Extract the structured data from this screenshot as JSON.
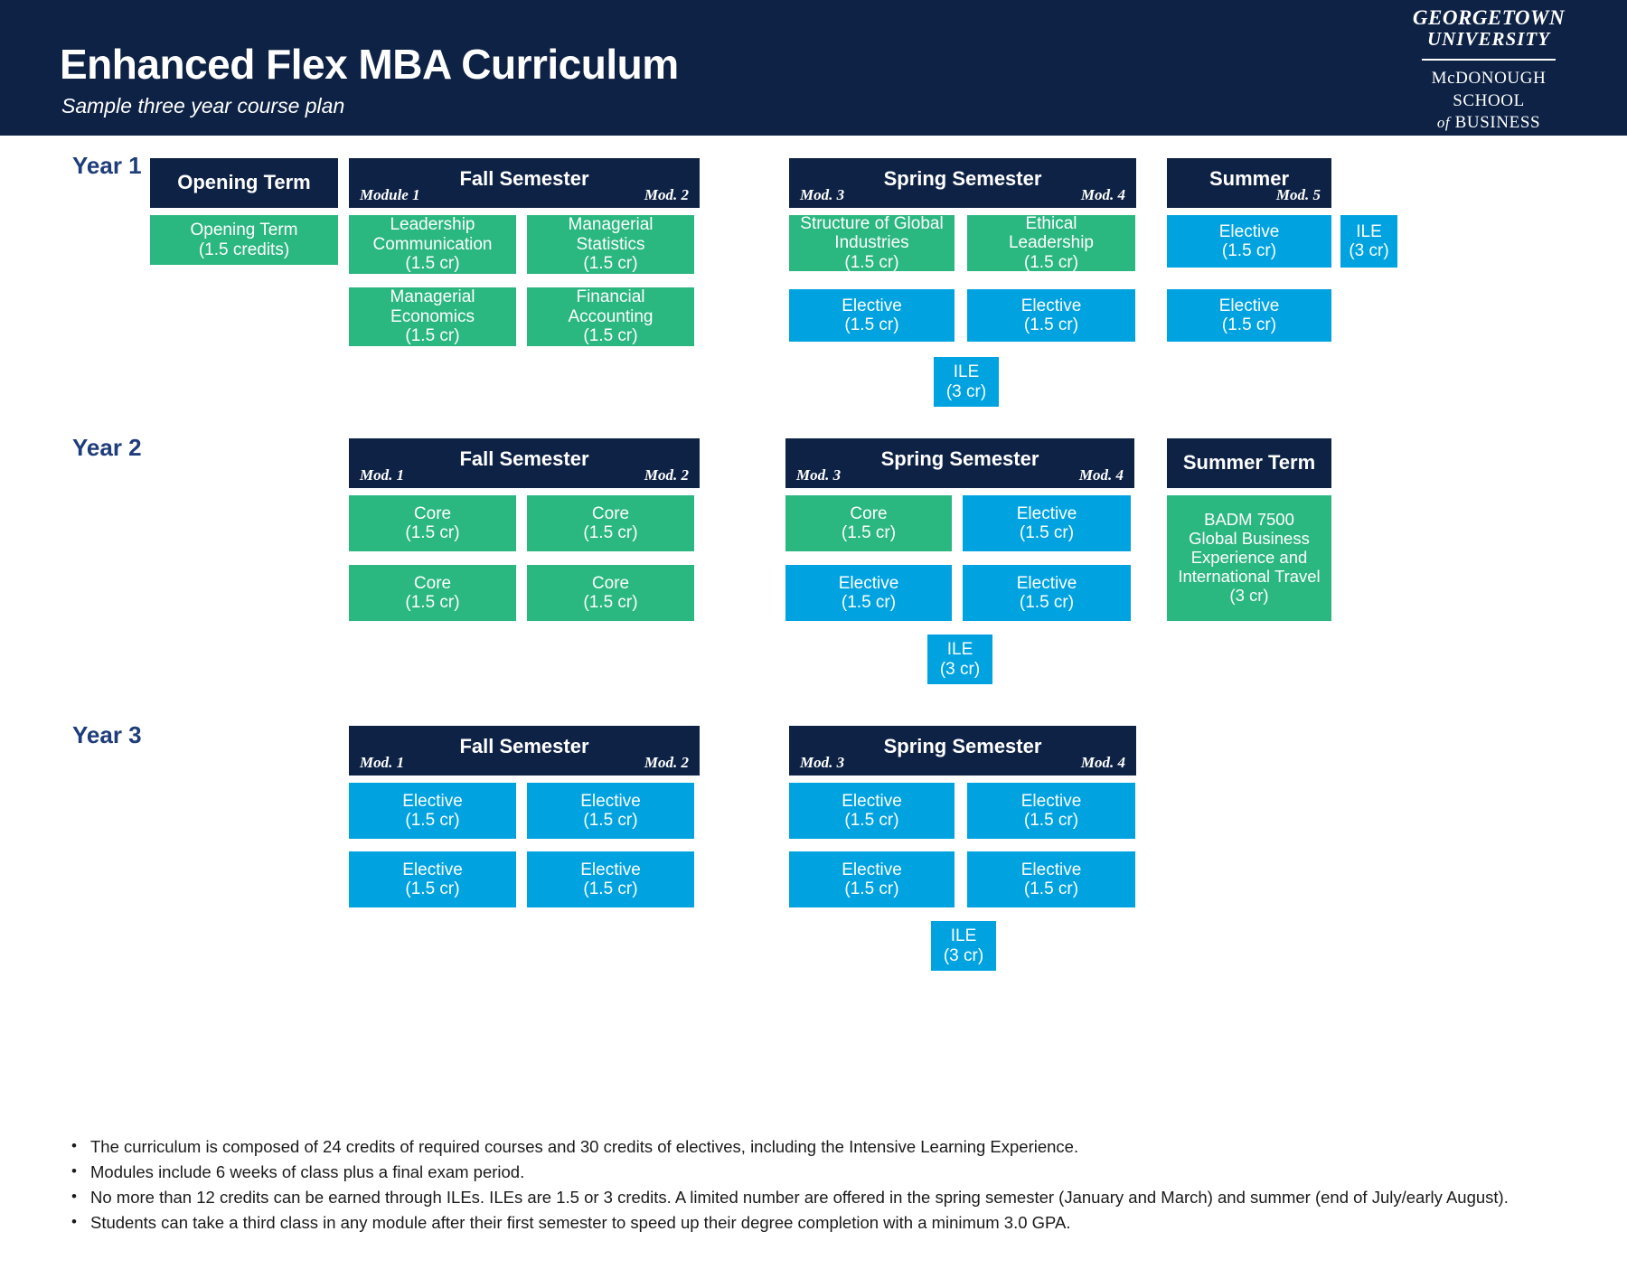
{
  "header": {
    "title": "Enhanced Flex MBA Curriculum",
    "subtitle": "Sample three year course plan",
    "logo": {
      "line1": "GEORGETOWN",
      "line2": "UNIVERSITY",
      "line3": "McDONOUGH",
      "line4": "SCHOOL",
      "line5_of": "of",
      "line5_rest": "BUSINESS"
    }
  },
  "years": [
    {
      "label": "Year 1"
    },
    {
      "label": "Year 2"
    },
    {
      "label": "Year 3"
    }
  ],
  "headers": {
    "y1_opening": {
      "title": "Opening Term",
      "mod_left": "",
      "mod_right": ""
    },
    "y1_fall": {
      "title": "Fall Semester",
      "mod_left": "Module 1",
      "mod_right": "Mod. 2"
    },
    "y1_spring": {
      "title": "Spring Semester",
      "mod_left": "Mod. 3",
      "mod_right": "Mod. 4"
    },
    "y1_summer": {
      "title": "Summer",
      "mod_left": "",
      "mod_right": "Mod. 5"
    },
    "y2_fall": {
      "title": "Fall Semester",
      "mod_left": "Mod. 1",
      "mod_right": "Mod. 2"
    },
    "y2_spring": {
      "title": "Spring Semester",
      "mod_left": "Mod. 3",
      "mod_right": "Mod. 4"
    },
    "y2_summer": {
      "title": "Summer Term",
      "mod_left": "",
      "mod_right": ""
    },
    "y3_fall": {
      "title": "Fall Semester",
      "mod_left": "Mod. 1",
      "mod_right": "Mod. 2"
    },
    "y3_spring": {
      "title": "Spring Semester",
      "mod_left": "Mod. 3",
      "mod_right": "Mod. 4"
    }
  },
  "courses": {
    "y1_opening_1": "Opening Term\n(1.5 credits)",
    "y1_fall_m1_1": "Leadership\nCommunication\n(1.5 cr)",
    "y1_fall_m1_2": "Managerial\nEconomics\n(1.5 cr)",
    "y1_fall_m2_1": "Managerial\nStatistics\n(1.5 cr)",
    "y1_fall_m2_2": "Financial\nAccounting\n(1.5 cr)",
    "y1_spr_m3_1": "Structure of Global\nIndustries\n(1.5 cr)",
    "y1_spr_m3_2": "Elective\n(1.5 cr)",
    "y1_spr_m4_1": "Ethical\nLeadership\n(1.5 cr)",
    "y1_spr_m4_2": "Elective\n(1.5 cr)",
    "y1_spr_ile": "ILE\n(3 cr)",
    "y1_sum_1": "Elective\n(1.5 cr)",
    "y1_sum_2": "Elective\n(1.5 cr)",
    "y1_sum_ile": "ILE\n(3 cr)",
    "y2_fall_m1_1": "Core\n(1.5 cr)",
    "y2_fall_m1_2": "Core\n(1.5 cr)",
    "y2_fall_m2_1": "Core\n(1.5 cr)",
    "y2_fall_m2_2": "Core\n(1.5 cr)",
    "y2_spr_m3_1": "Core\n(1.5 cr)",
    "y2_spr_m3_2": "Elective\n(1.5 cr)",
    "y2_spr_m4_1": "Elective\n(1.5 cr)",
    "y2_spr_m4_2": "Elective\n(1.5 cr)",
    "y2_spr_ile": "ILE\n(3 cr)",
    "y2_sum_1": "BADM 7500\nGlobal Business\nExperience and\nInternational Travel\n(3 cr)",
    "y3_fall_m1_1": "Elective\n(1.5 cr)",
    "y3_fall_m1_2": "Elective\n(1.5 cr)",
    "y3_fall_m2_1": "Elective\n(1.5 cr)",
    "y3_fall_m2_2": "Elective\n(1.5 cr)",
    "y3_spr_m3_1": "Elective\n(1.5 cr)",
    "y3_spr_m3_2": "Elective\n(1.5 cr)",
    "y3_spr_m4_1": "Elective\n(1.5 cr)",
    "y3_spr_m4_2": "Elective\n(1.5 cr)",
    "y3_spr_ile": "ILE\n(3 cr)"
  },
  "notes": {
    "bullet": "•",
    "items": [
      "The curriculum is composed of 24 credits of required courses and 30 credits of electives, including the Intensive Learning Experience.",
      "Modules include 6 weeks of class plus a final exam period.",
      "No more than 12 credits can be earned through ILEs. ILEs are 1.5 or 3 credits. A limited number are offered in the spring semester (January and March) and summer (end of July/early August).",
      "Students can take a third class in any module after their first semester to speed up their degree completion with a minimum 3.0 GPA."
    ]
  },
  "colors": {
    "navy": "#0e2245",
    "green": "#2bb780",
    "blue": "#00a3e0",
    "year_label": "#1f3d7a"
  }
}
